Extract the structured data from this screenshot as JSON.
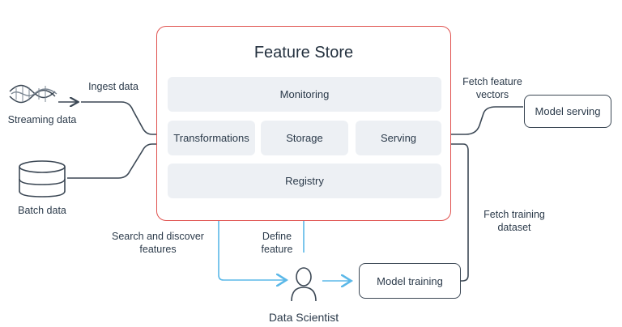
{
  "feature_store": {
    "title": "Feature Store",
    "components": {
      "monitoring": "Monitoring",
      "transformations": "Transformations",
      "storage": "Storage",
      "serving": "Serving",
      "registry": "Registry"
    }
  },
  "sources": {
    "streaming": "Streaming data",
    "batch": "Batch data",
    "ingest": "Ingest data"
  },
  "outputs": {
    "fetch_vectors": "Fetch feature vectors",
    "model_serving": "Model serving",
    "fetch_training": "Fetch training dataset",
    "model_training": "Model training"
  },
  "actor": {
    "search": "Search and discover features",
    "define": "Define feature",
    "name": "Data Scientist"
  },
  "colors": {
    "store_border": "#e0514e",
    "arrow_blue": "#5bb8e8",
    "line_dark": "#3b4754",
    "pill_bg": "#edf0f4"
  }
}
